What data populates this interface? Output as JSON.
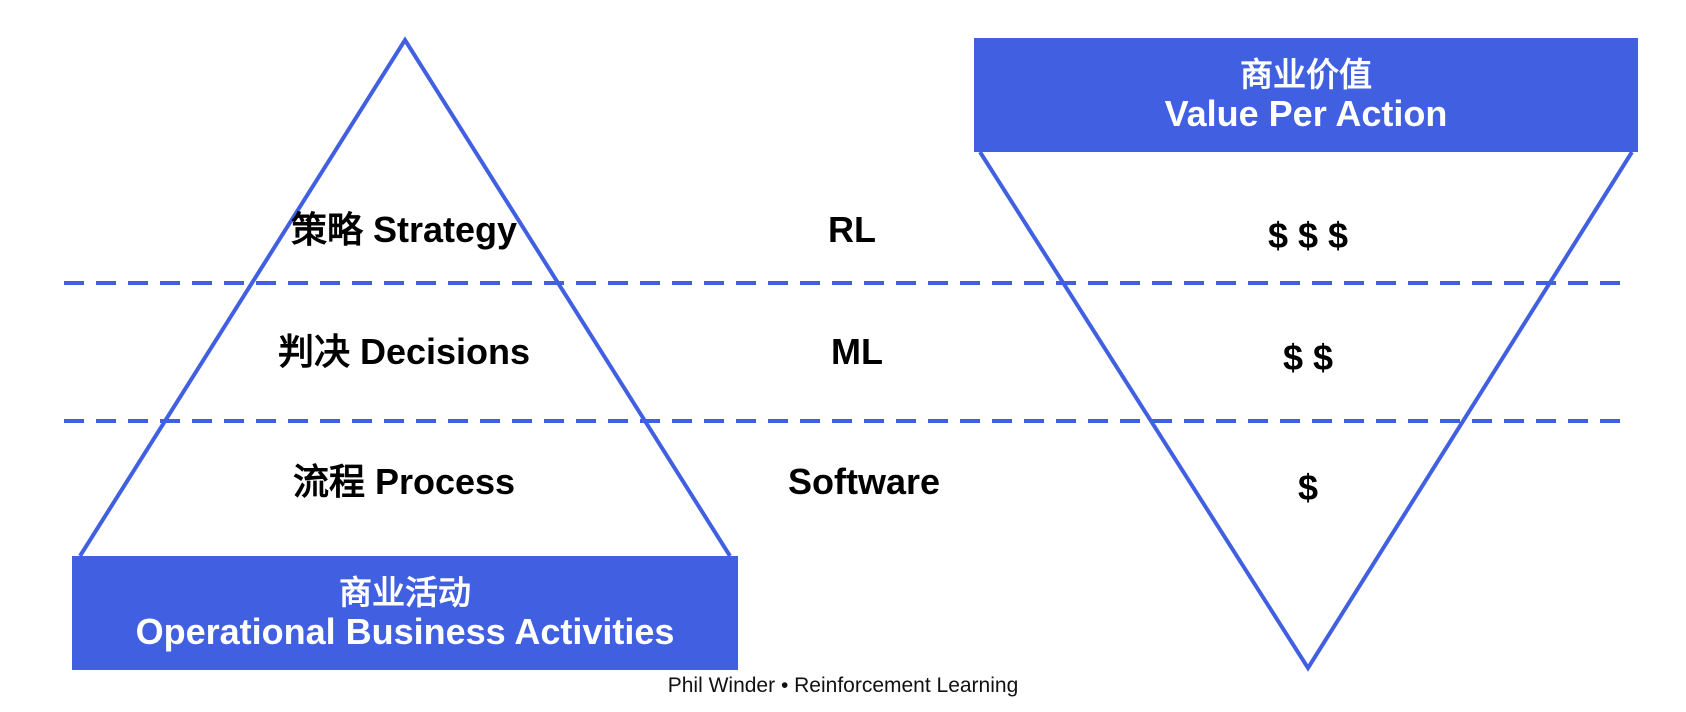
{
  "pyramid": {
    "layers": [
      {
        "label": "策略 Strategy",
        "tech": "RL",
        "value": "$ $ $"
      },
      {
        "label": "判决 Decisions",
        "tech": "ML",
        "value": "$ $"
      },
      {
        "label": "流程 Process",
        "tech": "Software",
        "value": "$"
      }
    ],
    "base_box": {
      "line1": "商业活动",
      "line2": "Operational Business Activities"
    }
  },
  "value_box": {
    "line1": "商业价值",
    "line2": "Value Per Action"
  },
  "footer": "Phil Winder • Reinforcement Learning",
  "colors": {
    "accent": "#4160e1",
    "text": "#000000",
    "box_text": "#ffffff"
  }
}
